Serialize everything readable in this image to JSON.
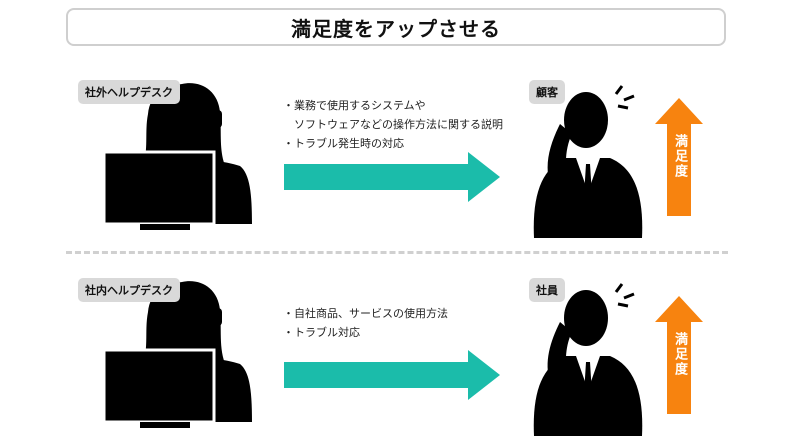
{
  "title": "満足度をアップさせる",
  "colors": {
    "teal": "#1bbcaa",
    "orange": "#f7830f",
    "silhouette": "#000000",
    "tag_bg": "#d9d9d9"
  },
  "rows": [
    {
      "desk_label": "社外ヘルプデスク",
      "bullets": [
        "・業務で使用するシステムや",
        "　ソフトウェアなどの操作方法に関する説明",
        "・トラブル発生時の対応"
      ],
      "person_label": "顧客",
      "satisfaction_label": "満足度"
    },
    {
      "desk_label": "社内ヘルプデスク",
      "bullets": [
        "・自社商品、サービスの使用方法",
        "・トラブル対応"
      ],
      "person_label": "社員",
      "satisfaction_label": "満足度"
    }
  ]
}
